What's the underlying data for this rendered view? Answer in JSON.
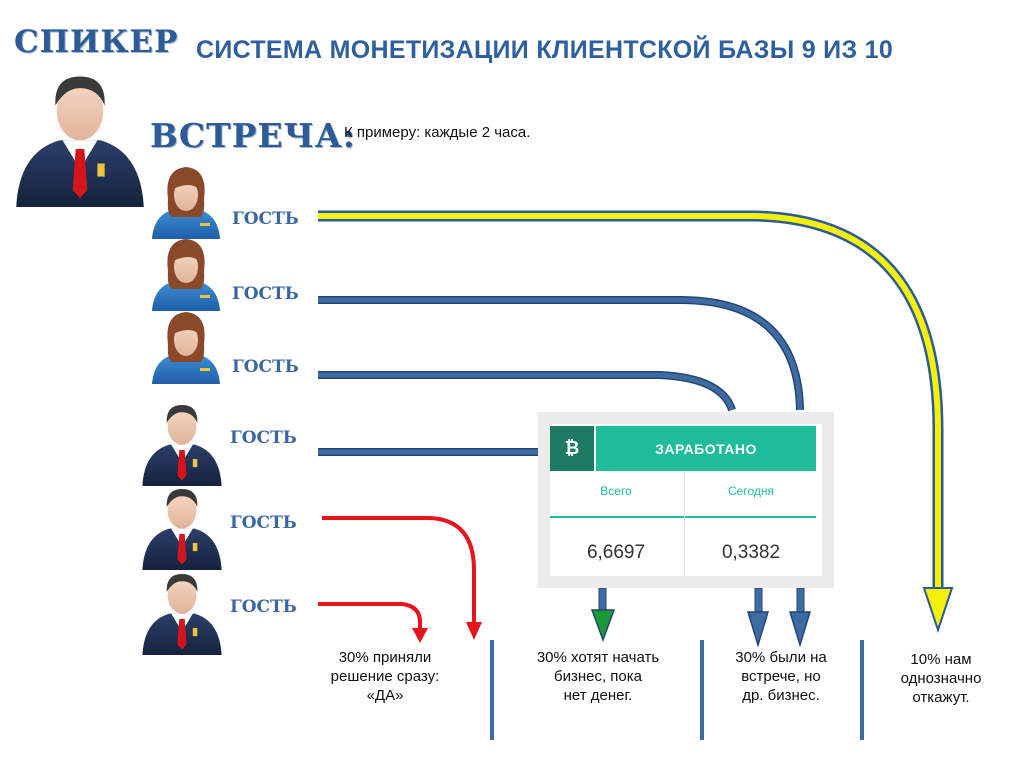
{
  "title": "СИСТЕМА МОНЕТИЗАЦИИ КЛИЕНТСКОЙ БАЗЫ 9 ИЗ 10",
  "speaker_label": "СПИКЕР",
  "meeting_label": "ВСТРЕЧА:",
  "example_text": "К примеру: каждые 2 часа.",
  "guests": [
    {
      "label": "ГОСТЬ",
      "gender": "female"
    },
    {
      "label": "ГОСТЬ",
      "gender": "female"
    },
    {
      "label": "ГОСТЬ",
      "gender": "female"
    },
    {
      "label": "ГОСТЬ",
      "gender": "male"
    },
    {
      "label": "ГОСТЬ",
      "gender": "male"
    },
    {
      "label": "ГОСТЬ",
      "gender": "male"
    }
  ],
  "earnings_card": {
    "icon": "bitcoin-icon",
    "header": "ЗАРАБОТАНО",
    "col_total_label": "Всего",
    "col_today_label": "Сегодня",
    "total_value": "6,6697",
    "today_value": "0,3382"
  },
  "outcomes": [
    {
      "line1": "30% приняли",
      "line2": "решение сразу:",
      "line3": "«ДА»"
    },
    {
      "line1": "30% хотят начать",
      "line2": "бизнес, пока",
      "line3": "нет денег."
    },
    {
      "line1": "30% были на",
      "line2": "встрече, но",
      "line3": "др. бизнес."
    },
    {
      "line1": "10% нам",
      "line2": "однозначно",
      "line3": "откажут."
    }
  ],
  "colors": {
    "title": "#2e5f9e",
    "arrow_blue": "#3d6ca5",
    "arrow_yellow": "#f4f00a",
    "arrow_red": "#e8141b",
    "arrow_green": "#1a9a3a",
    "card_accent": "#1fbc9c",
    "card_dark": "#1e7a63"
  }
}
